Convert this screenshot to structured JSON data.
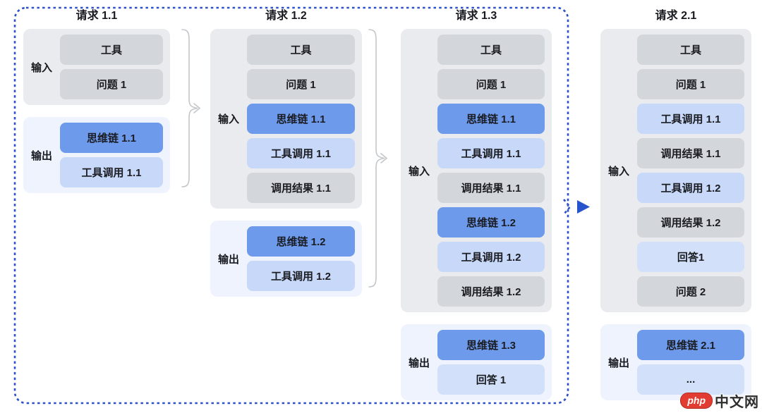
{
  "diagram": {
    "border_color": "#2c50c8",
    "arrow_color": "#2753cd",
    "brace_color": "#c3c6ca",
    "text_color": "#17191f",
    "input_group_bg": "#e9ebee",
    "output_group_bg": "#eef3fd",
    "variants": {
      "gray": "#d3d6da",
      "blue": "#6d9aeb",
      "lightblue": "#c8d8f8",
      "pale": "#d2e0fa"
    },
    "columns": [
      {
        "id": "request-1-1",
        "title": "请求 1.1",
        "input": {
          "label": "输入",
          "boxes": [
            {
              "id": "tool",
              "text": "工具",
              "variant": "gray"
            },
            {
              "id": "question-1",
              "text": "问题 1",
              "variant": "gray"
            }
          ]
        },
        "output": {
          "label": "输出",
          "boxes": [
            {
              "id": "cot-1-1",
              "text": "思维链 1.1",
              "variant": "blue"
            },
            {
              "id": "tool-call-1-1",
              "text": "工具调用 1.1",
              "variant": "lightblue"
            }
          ]
        }
      },
      {
        "id": "request-1-2",
        "title": "请求 1.2",
        "input": {
          "label": "输入",
          "boxes": [
            {
              "id": "tool",
              "text": "工具",
              "variant": "gray"
            },
            {
              "id": "question-1",
              "text": "问题 1",
              "variant": "gray"
            },
            {
              "id": "cot-1-1",
              "text": "思维链 1.1",
              "variant": "blue"
            },
            {
              "id": "tool-call-1-1",
              "text": "工具调用 1.1",
              "variant": "lightblue"
            },
            {
              "id": "call-result-1-1",
              "text": "调用结果 1.1",
              "variant": "gray"
            }
          ]
        },
        "output": {
          "label": "输出",
          "boxes": [
            {
              "id": "cot-1-2",
              "text": "思维链 1.2",
              "variant": "blue"
            },
            {
              "id": "tool-call-1-2",
              "text": "工具调用 1.2",
              "variant": "lightblue"
            }
          ]
        }
      },
      {
        "id": "request-1-3",
        "title": "请求 1.3",
        "input": {
          "label": "输入",
          "boxes": [
            {
              "id": "tool",
              "text": "工具",
              "variant": "gray"
            },
            {
              "id": "question-1",
              "text": "问题 1",
              "variant": "gray"
            },
            {
              "id": "cot-1-1",
              "text": "思维链 1.1",
              "variant": "blue"
            },
            {
              "id": "tool-call-1-1",
              "text": "工具调用 1.1",
              "variant": "lightblue"
            },
            {
              "id": "call-result-1-1",
              "text": "调用结果 1.1",
              "variant": "gray"
            },
            {
              "id": "cot-1-2",
              "text": "思维链 1.2",
              "variant": "blue"
            },
            {
              "id": "tool-call-1-2",
              "text": "工具调用 1.2",
              "variant": "lightblue"
            },
            {
              "id": "call-result-1-2",
              "text": "调用结果 1.2",
              "variant": "gray"
            }
          ]
        },
        "output": {
          "label": "输出",
          "boxes": [
            {
              "id": "cot-1-3",
              "text": "思维链 1.3",
              "variant": "blue"
            },
            {
              "id": "answer-1",
              "text": "回答 1",
              "variant": "pale"
            }
          ]
        }
      },
      {
        "id": "request-2-1",
        "title": "请求 2.1",
        "input": {
          "label": "输入",
          "boxes": [
            {
              "id": "tool",
              "text": "工具",
              "variant": "gray"
            },
            {
              "id": "question-1",
              "text": "问题 1",
              "variant": "gray"
            },
            {
              "id": "tool-call-1-1",
              "text": "工具调用 1.1",
              "variant": "lightblue"
            },
            {
              "id": "call-result-1-1",
              "text": "调用结果 1.1",
              "variant": "gray"
            },
            {
              "id": "tool-call-1-2",
              "text": "工具调用 1.2",
              "variant": "lightblue"
            },
            {
              "id": "call-result-1-2",
              "text": "调用结果 1.2",
              "variant": "gray"
            },
            {
              "id": "answer-1",
              "text": "回答1",
              "variant": "pale"
            },
            {
              "id": "question-2",
              "text": "问题 2",
              "variant": "gray"
            }
          ]
        },
        "output": {
          "label": "输出",
          "boxes": [
            {
              "id": "cot-2-1",
              "text": "思维链 2.1",
              "variant": "blue"
            },
            {
              "id": "ellipsis",
              "text": "...",
              "variant": "pale"
            }
          ]
        }
      }
    ],
    "watermark": {
      "php_label": "php",
      "cn_label": "中文网"
    }
  }
}
